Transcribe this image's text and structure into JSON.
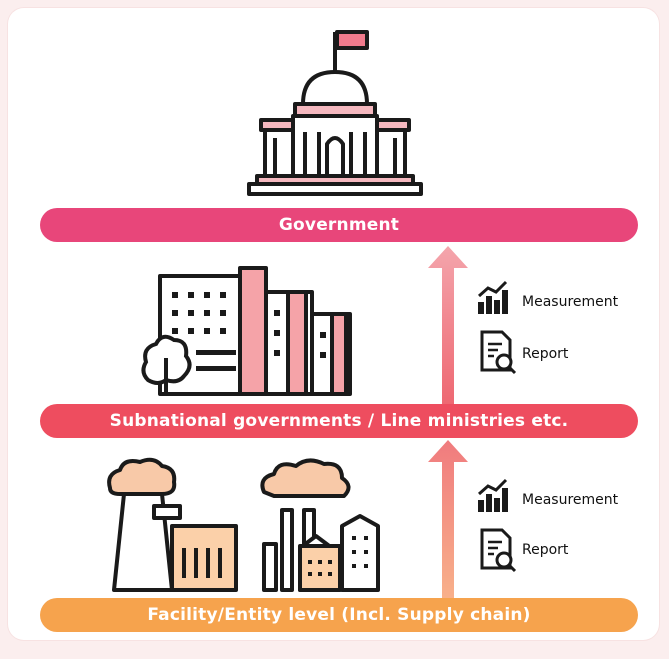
{
  "levels": {
    "government": "Government",
    "subnational": "Subnational governments / Line ministries etc.",
    "facility": "Facility/Entity level  (Incl. Supply chain)"
  },
  "upper_legend": {
    "measurement": "Measurement",
    "report": "Report"
  },
  "lower_legend": {
    "measurement": "Measurement",
    "report": "Report"
  },
  "icons": {
    "government": "government-building-icon",
    "subnational": "office-buildings-icon",
    "facility": "factory-icon",
    "measurement": "bar-chart-icon",
    "report": "report-search-icon"
  },
  "colors": {
    "government": "#e8467a",
    "subnational": "#ee4d5f",
    "facility": "#f6a34d",
    "accent_pink": "#f5a3a8"
  }
}
